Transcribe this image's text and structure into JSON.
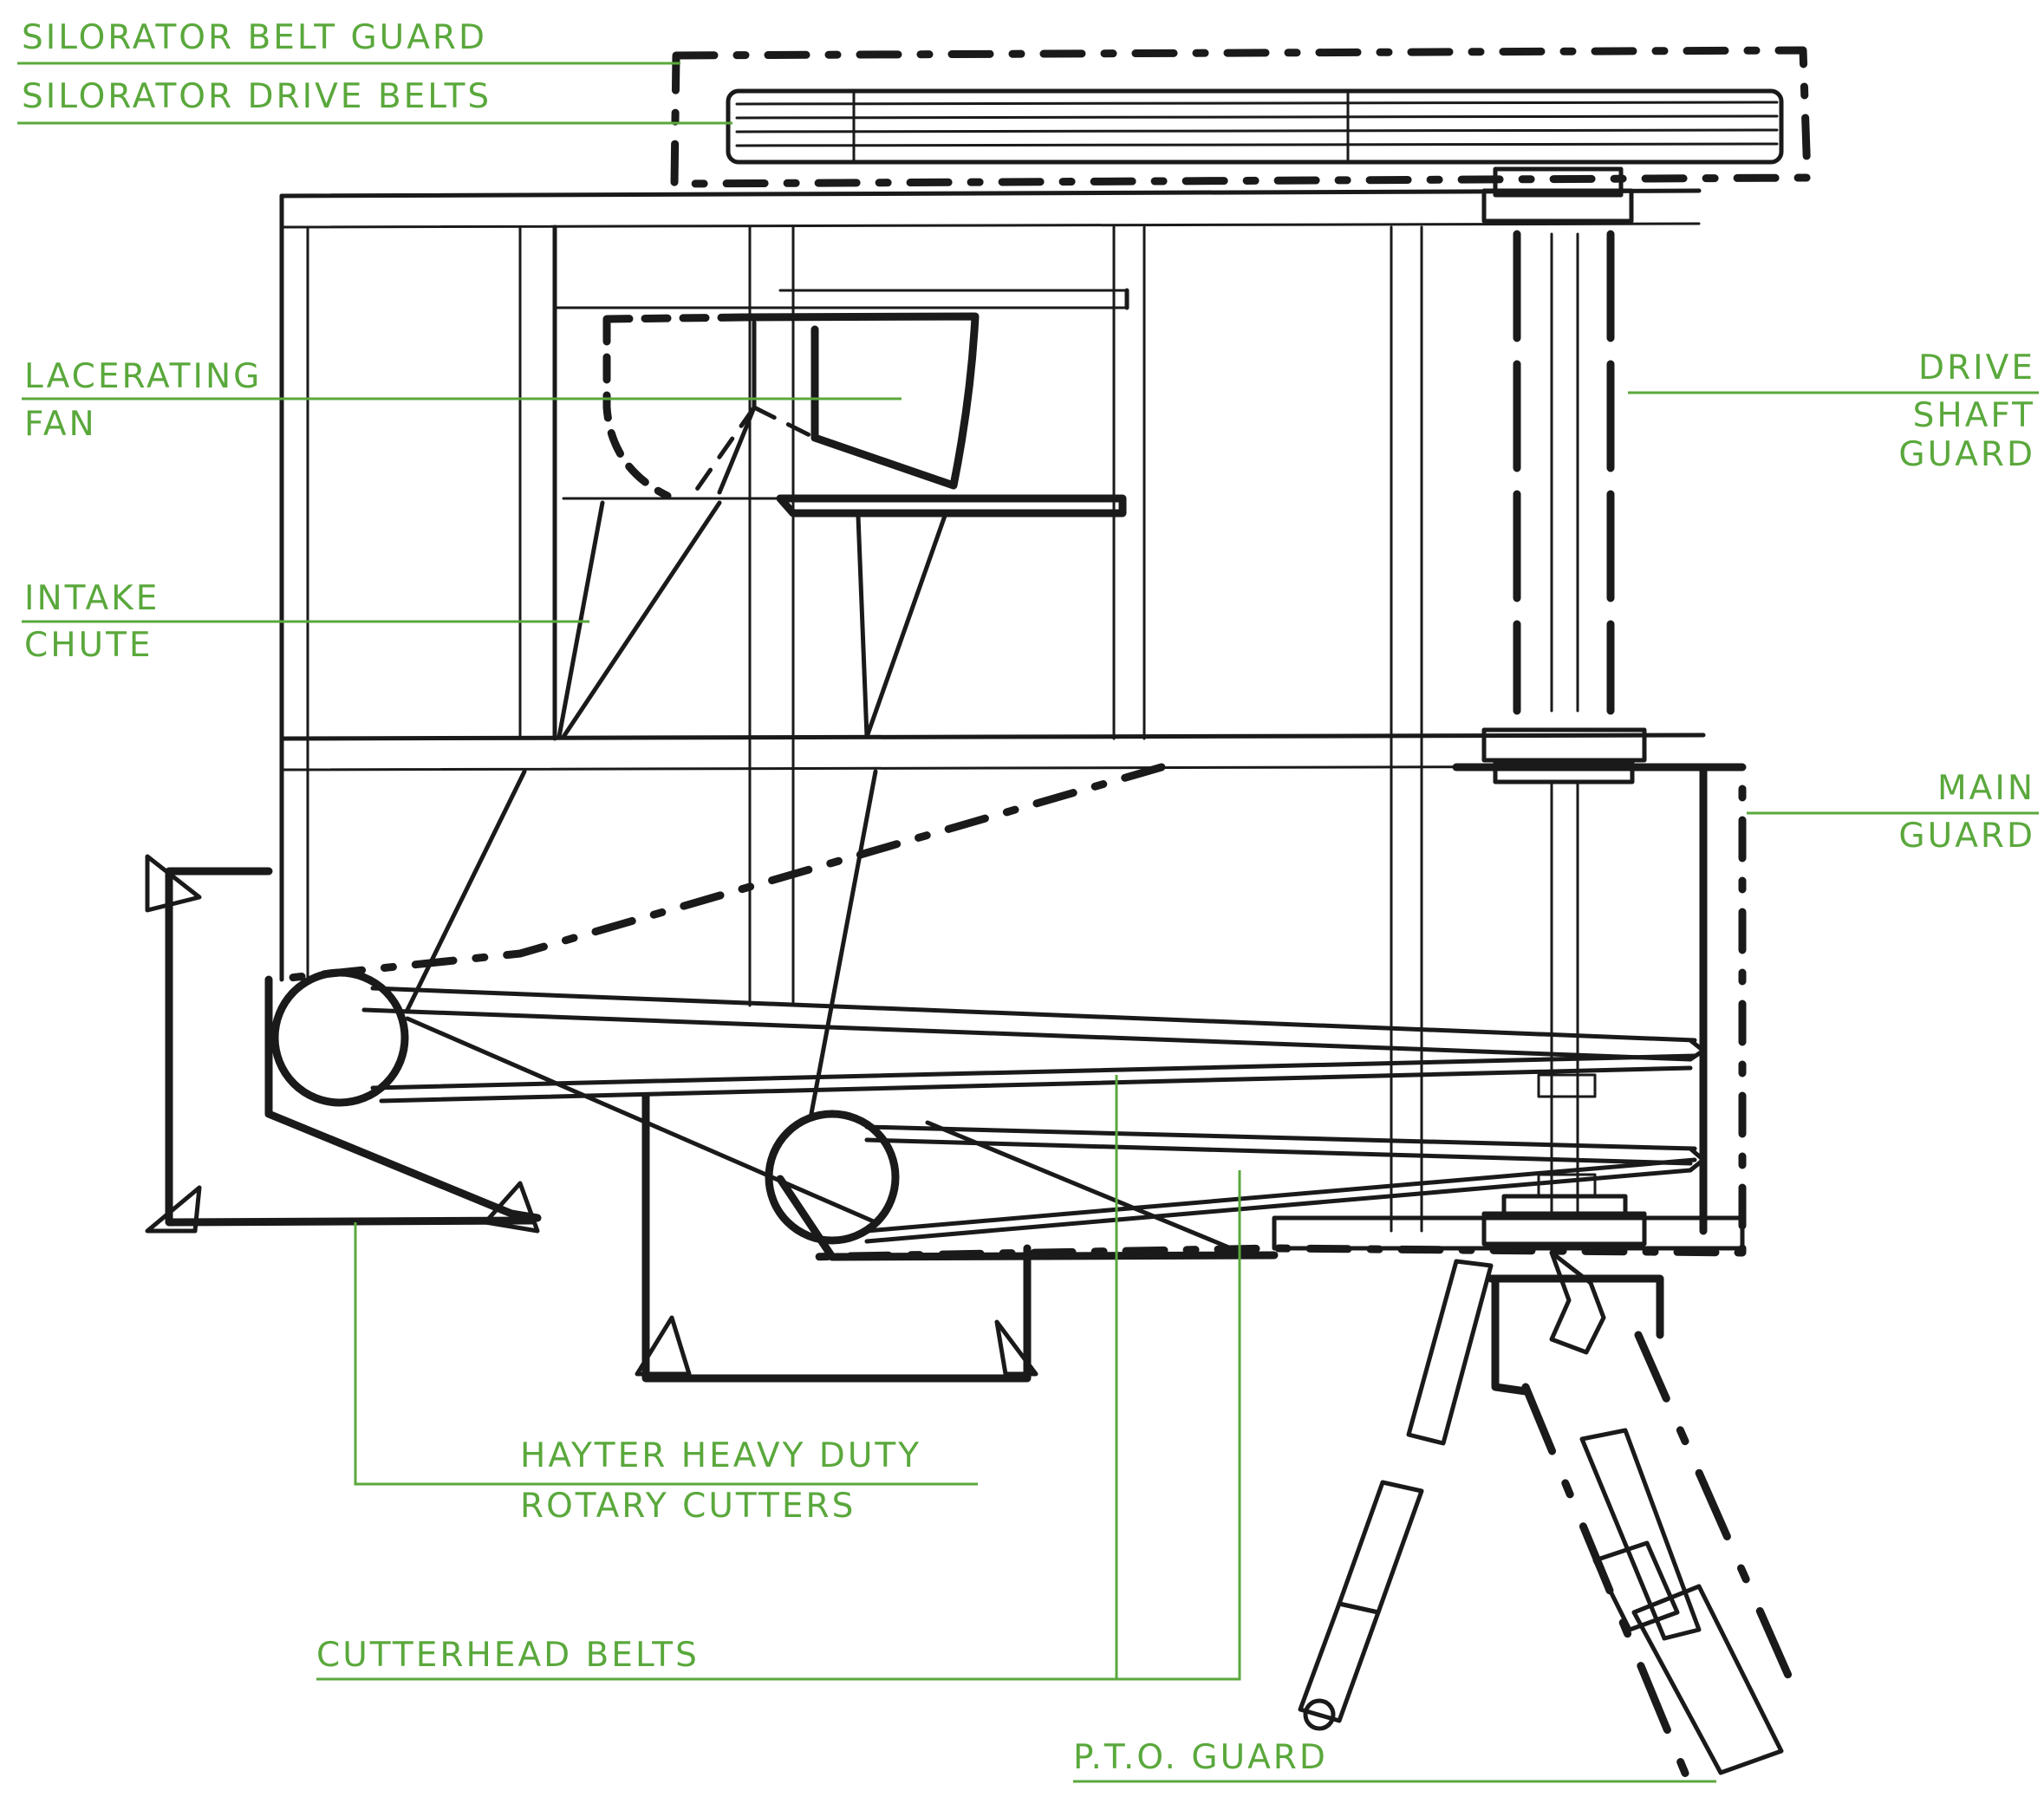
{
  "labels": {
    "silorator_belt_guard": "SILORATOR BELT GUARD",
    "silorator_drive_belts": "SILORATOR DRIVE BELTS",
    "lacerating_fan_1": "LACERATING",
    "lacerating_fan_2": "FAN",
    "intake_chute_1": "INTAKE",
    "intake_chute_2": "CHUTE",
    "drive_shaft_guard_1": "DRIVE",
    "drive_shaft_guard_2": "SHAFT",
    "drive_shaft_guard_3": "GUARD",
    "main_guard_1": "MAIN",
    "main_guard_2": "GUARD",
    "rotary_cutters_1": "HAYTER HEAVY DUTY",
    "rotary_cutters_2": "ROTARY CUTTERS",
    "cutterhead_belts": "CUTTERHEAD BELTS",
    "pto_guard": "P.T.O. GUARD"
  },
  "colors": {
    "label_green": "#5aa83c",
    "ink": "#1a1a1a",
    "paper": "#ffffff"
  }
}
